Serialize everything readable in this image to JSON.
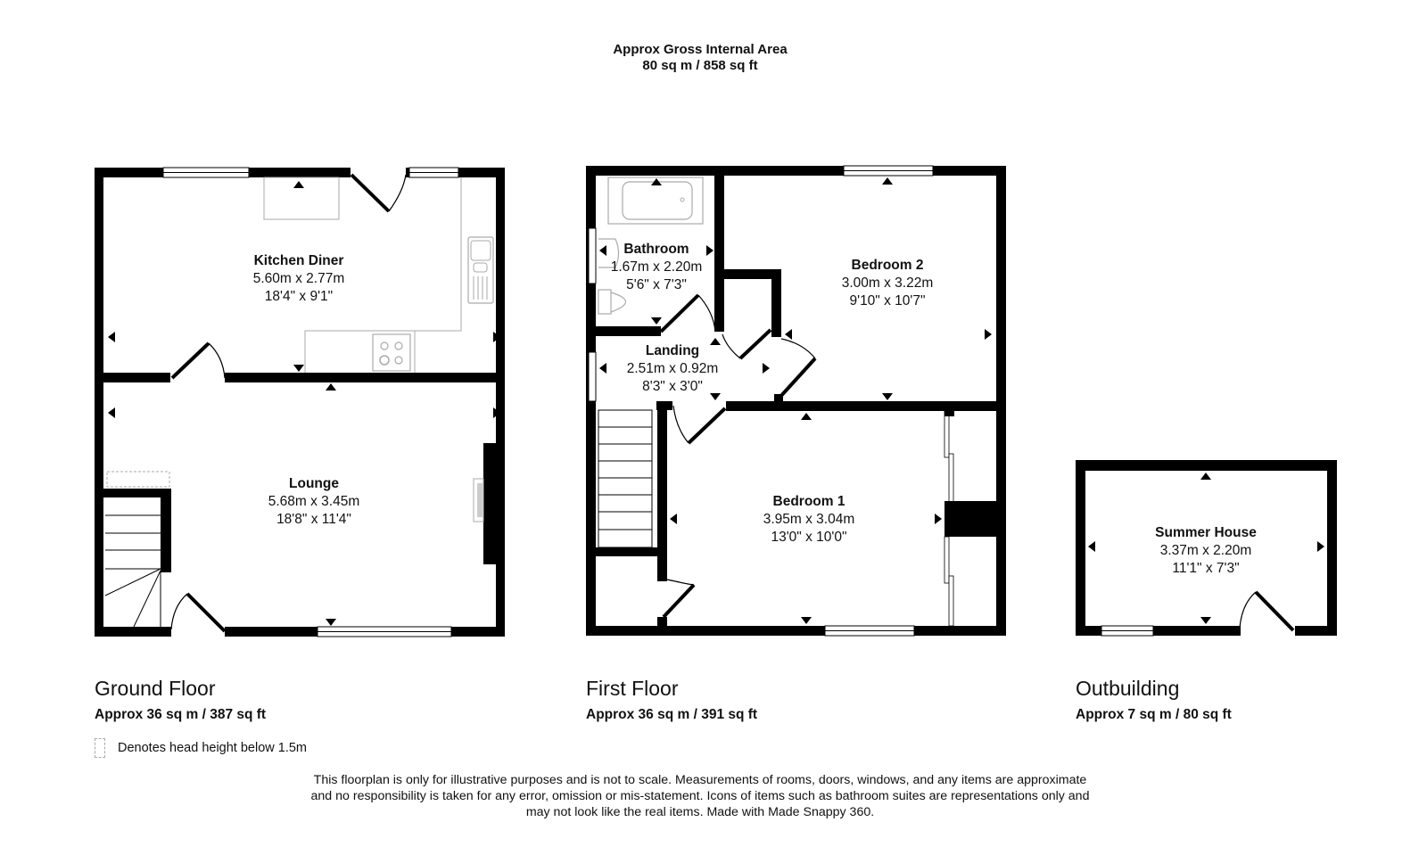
{
  "header": {
    "title": "Approx Gross Internal Area",
    "total_area": "80 sq m / 858 sq ft"
  },
  "floors": [
    {
      "title": "Ground Floor",
      "area": "Approx 36 sq m / 387 sq ft",
      "rooms": [
        {
          "name": "Kitchen Diner",
          "metric": "5.60m x 2.77m",
          "imperial": "18'4\" x 9'1\""
        },
        {
          "name": "Lounge",
          "metric": "5.68m x 3.45m",
          "imperial": "18'8\" x 11'4\""
        }
      ]
    },
    {
      "title": "First Floor",
      "area": "Approx 36 sq m / 391 sq ft",
      "rooms": [
        {
          "name": "Bathroom",
          "metric": "1.67m x 2.20m",
          "imperial": "5'6\" x 7'3\""
        },
        {
          "name": "Bedroom 2",
          "metric": "3.00m x 3.22m",
          "imperial": "9'10\" x 10'7\""
        },
        {
          "name": "Landing",
          "metric": "2.51m x 0.92m",
          "imperial": "8'3\" x 3'0\""
        },
        {
          "name": "Bedroom 1",
          "metric": "3.95m x 3.04m",
          "imperial": "13'0\" x 10'0\""
        }
      ]
    },
    {
      "title": "Outbuilding",
      "area": "Approx 7 sq m / 80 sq ft",
      "rooms": [
        {
          "name": "Summer House",
          "metric": "3.37m x 2.20m",
          "imperial": "11'1\" x 7'3\""
        }
      ]
    }
  ],
  "legend": {
    "head_height_note": "Denotes head height below 1.5m"
  },
  "disclaimer": {
    "line1": "This floorplan is only for illustrative purposes and is not to scale. Measurements of rooms, doors, windows, and any items are approximate",
    "line2": "and no responsibility is taken for any error, omission or mis-statement. Icons of items such as bathroom suites are representations only and",
    "line3": "may not look like the real items. Made with Made Snappy 360."
  },
  "colors": {
    "wall": "#000000",
    "fixture": "#9a9a9a",
    "background": "#ffffff"
  }
}
